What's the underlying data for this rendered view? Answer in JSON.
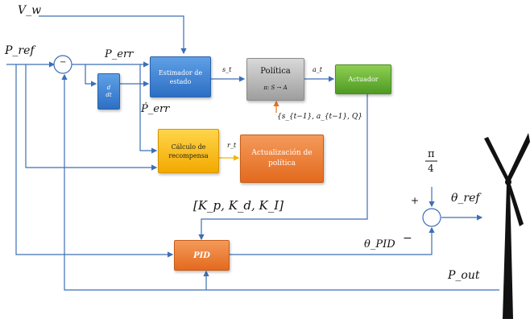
{
  "inputs": {
    "wind_speed": "V_w",
    "p_ref": "P_ref",
    "p_err": "P_err",
    "p_err_dot": "Ṗ_err",
    "p_out": "P_out",
    "theta_ref": "θ_ref",
    "theta_pid": "θ_PID"
  },
  "blocks": {
    "estimator": "Estimador de estado",
    "policy": "Política",
    "policy_sub": "π: S → A",
    "actuator": "Actuador",
    "derivative_num": "d",
    "derivative_den": "dt",
    "reward": "Cálculo de recompensa",
    "update": "Actualización de política",
    "pid": "PID"
  },
  "signals": {
    "state": "s_t",
    "action": "a_t",
    "reward": "r_t",
    "history": "{s_{t−1}, a_{t−1}, Q}",
    "gains": "[K_p, K_d, K_I]",
    "offset_num": "π",
    "offset_den": "4"
  },
  "summing": {
    "left_sign": "−",
    "right_plus": "+",
    "right_minus": "−"
  },
  "colors": {
    "line": "#3d6fb6",
    "reward_arrow": "#f2b400",
    "policy_feedback": "#e8741f"
  }
}
